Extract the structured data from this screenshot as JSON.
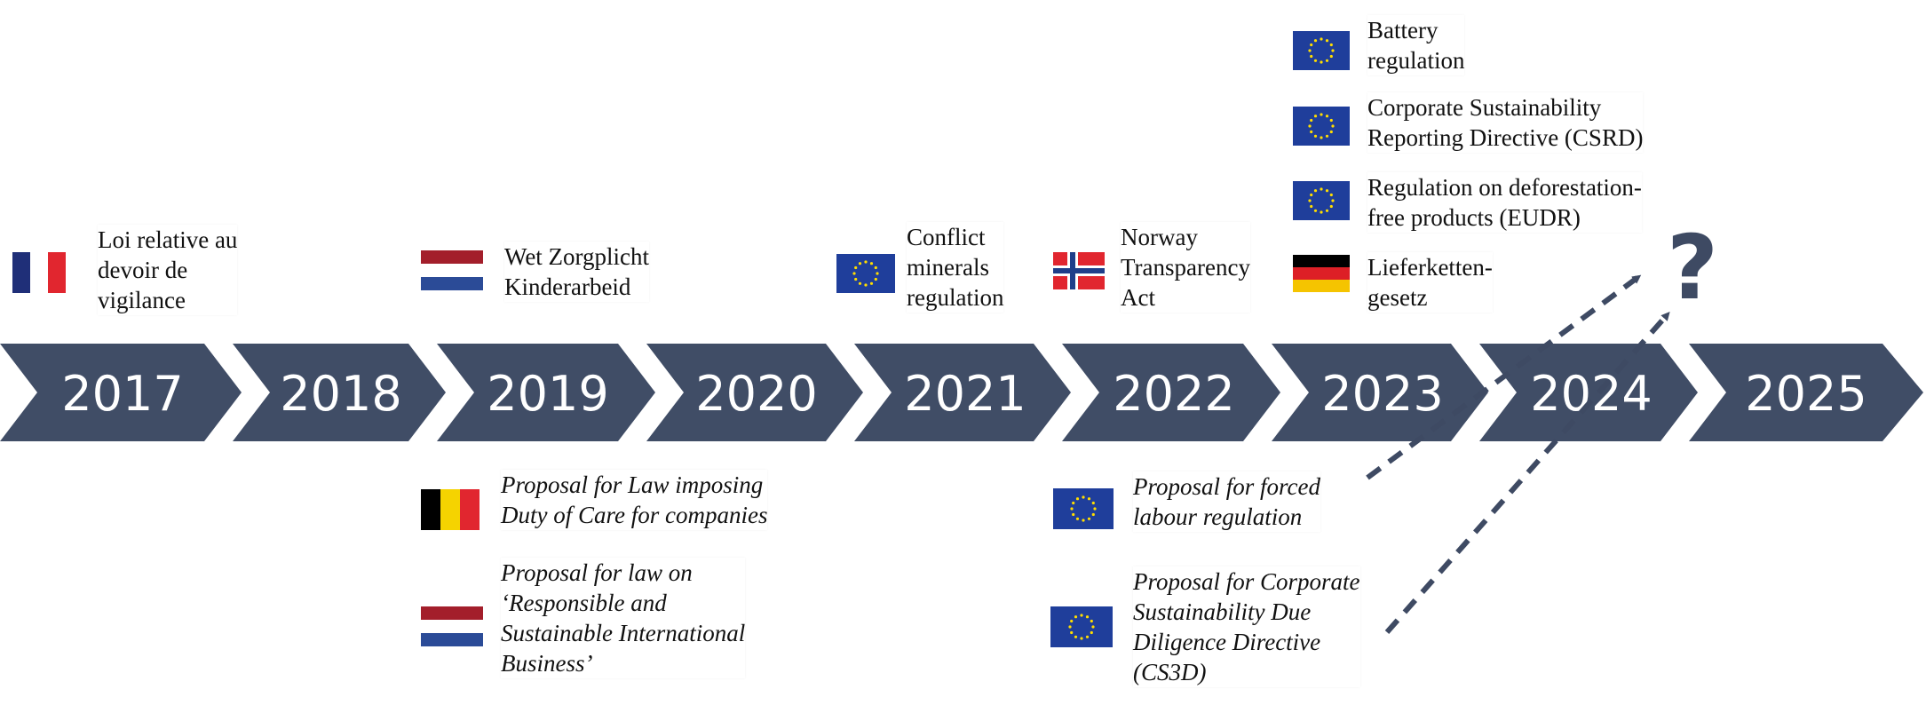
{
  "years": [
    "2017",
    "2018",
    "2019",
    "2020",
    "2021",
    "2022",
    "2023",
    "2024",
    "2025"
  ],
  "colors": {
    "arrow": "#404d66",
    "text_on_arrow": "#ffffff",
    "dashed_arrow": "#3e4a63"
  },
  "events": {
    "france_loi": {
      "flag": "france-flag",
      "text": "Loi relative au\ndevoir de\nvigilance"
    },
    "nl_wet": {
      "flag": "netherlands-flag",
      "text": "Wet Zorgplicht\nKinderarbeid"
    },
    "be_proposal": {
      "flag": "belgium-flag",
      "text": "Proposal for Law imposing\nDuty of Care for companies"
    },
    "nl_proposal": {
      "flag": "netherlands-flag",
      "text": "Proposal for law on\n‘Responsible and\nSustainable International\nBusiness’"
    },
    "eu_conflict": {
      "flag": "eu-flag",
      "text": "Conflict\nminerals\nregulation"
    },
    "no_transparency": {
      "flag": "norway-flag",
      "text": "Norway\nTransparency\nAct"
    },
    "eu_battery": {
      "flag": "eu-flag",
      "text": "Battery\nregulation"
    },
    "eu_csrd": {
      "flag": "eu-flag",
      "text": "Corporate Sustainability\nReporting Directive (CSRD)"
    },
    "eu_eudr": {
      "flag": "eu-flag",
      "text": "Regulation on deforestation-\nfree products (EUDR)"
    },
    "de_lksg": {
      "flag": "germany-flag",
      "text": "Lieferketten-\ngesetz"
    },
    "eu_forced": {
      "flag": "eu-flag",
      "text": "Proposal for forced\nlabour regulation"
    },
    "eu_cs3d": {
      "flag": "eu-flag",
      "text": "Proposal for Corporate\nSustainability Due\nDiligence Directive\n(CS3D)"
    }
  },
  "question_mark": "?"
}
